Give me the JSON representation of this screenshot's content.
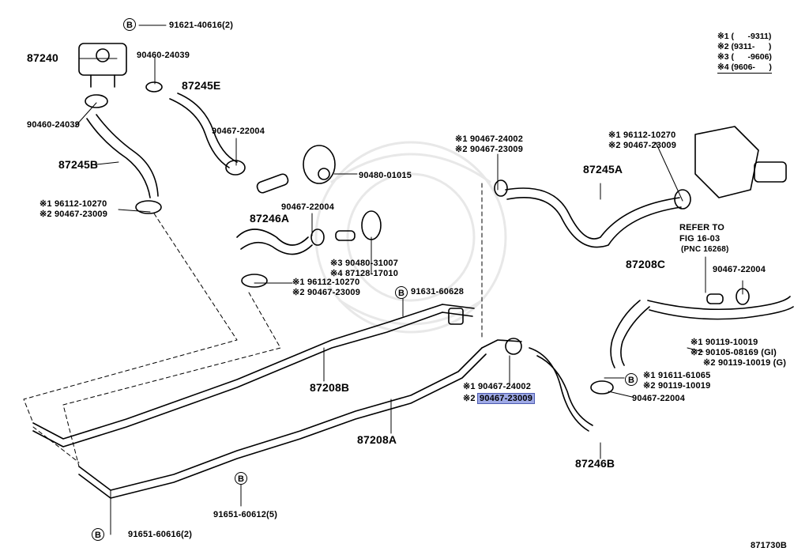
{
  "callouts": {
    "b_91621": "91621-40616(2)",
    "b_91631": "91631-60628",
    "b_91651a": "91651-60612(5)",
    "b_91651b": "91651-60616(2)",
    "b_letter": "B",
    "p87240": "87240",
    "p90460a": "90460-24039",
    "p90460b": "90460-24039",
    "p87245E": "87245E",
    "p87245B": "87245B",
    "p90467_22004a": "90467-22004",
    "p90480_01015": "90480-01015",
    "p_r1_96112a": "※1 96112-10270",
    "p_r2_90467a": "※2 90467-23009",
    "p90467_22004b": "90467-22004",
    "p87246A": "87246A",
    "p_r3_90480": "※3 90480-31007",
    "p_r4_87128": "※4 87128-17010",
    "p_r1_96112b": "※1 96112-10270",
    "p_r2_90467b": "※2 90467-23009",
    "p_r1_90467_24002a": "※1 90467-24002",
    "p_r2_90467_23009a": "※2 90467-23009",
    "p87245A": "87245A",
    "p_r1_96112c": "※1 96112-10270",
    "p_r2_90467c": "※2 90467-23009",
    "refer1": "REFER TO",
    "refer2": "FIG 16-03",
    "refer3": "(PNC 16268)",
    "p87208C": "87208C",
    "p90467_22004c": "90467-22004",
    "p_r1_90119": "※1 90119-10019",
    "p_r2_90105": "※2 90105-08169 (GI)",
    "p_r2_90119": "※2 90119-10019 (G)",
    "p_r1_91611": "※1 91611-61065",
    "p_r2_90119b": "※2 90119-10019",
    "p90467_22004d": "90467-22004",
    "p87208B": "87208B",
    "p_r1_90467_24002b": "※1 90467-24002",
    "p_r2_prefix": "※2",
    "p90467_23009_hl": "90467-23009",
    "p87208A": "87208A",
    "p87246B": "87246B",
    "fig_id": "871730B"
  },
  "legend": [
    "※1 (      -9311)",
    "※2 (9311-      )",
    "※3 (      -9606)",
    "※4 (9606-      )"
  ],
  "colors": {
    "highlight": "#9ea9e6",
    "line": "#000000"
  }
}
